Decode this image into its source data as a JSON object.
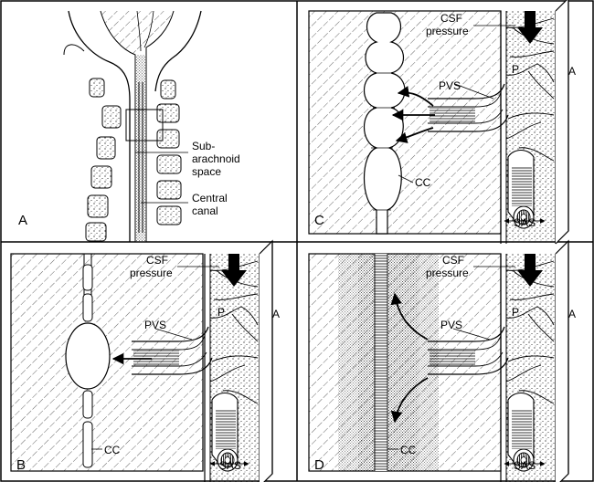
{
  "panels": {
    "a": {
      "letter": "A",
      "label_subarachnoid_1": "Sub-",
      "label_subarachnoid_2": "arachnoid",
      "label_subarachnoid_3": "space",
      "label_central_1": "Central",
      "label_central_2": "canal"
    },
    "b": {
      "letter": "B",
      "csf_1": "CSF",
      "csf_2": "pressure",
      "p": "P",
      "a": "A",
      "pvs": "PVS",
      "cc": "CC",
      "sas": "SAS"
    },
    "c": {
      "letter": "C",
      "csf_1": "CSF",
      "csf_2": "pressure",
      "p": "P",
      "a": "A",
      "pvs": "PVS",
      "cc": "CC",
      "sas": "SAS"
    },
    "d": {
      "letter": "D",
      "csf_1": "CSF",
      "csf_2": "pressure",
      "p": "P",
      "a": "A",
      "pvs": "PVS",
      "cc": "CC",
      "sas": "SAS"
    }
  },
  "colors": {
    "ink": "#000000",
    "paper": "#ffffff",
    "stipple": "#555555"
  }
}
